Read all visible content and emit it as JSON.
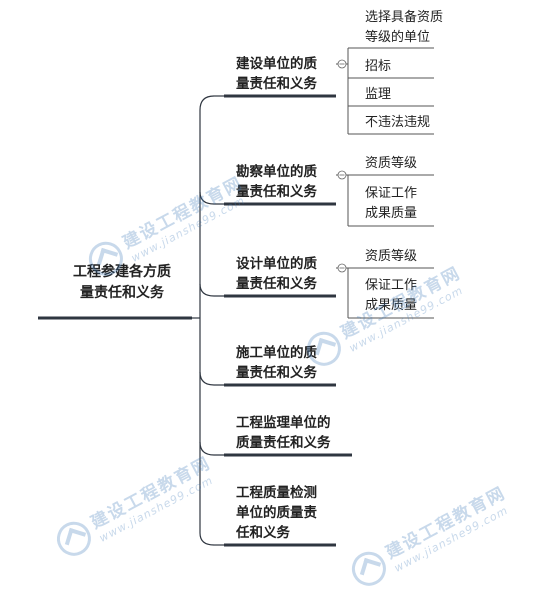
{
  "root": {
    "label": "工程参建各方质\n量责任和义务"
  },
  "branches": [
    {
      "label": "建设单位的质\n量责任和义务",
      "children": [
        "选择具备资质\n等级的单位",
        "招标",
        "监理",
        "不违法违规"
      ]
    },
    {
      "label": "勘察单位的质\n量责任和义务",
      "children": [
        "资质等级",
        "保证工作\n成果质量"
      ]
    },
    {
      "label": "设计单位的质\n量责任和义务",
      "children": [
        "资质等级",
        "保证工作\n成果质量"
      ]
    },
    {
      "label": "施工单位的质\n量责任和义务",
      "children": []
    },
    {
      "label": "工程监理单位的\n质量责任和义务",
      "children": []
    },
    {
      "label": "工程质量检测\n单位的质量责\n任和义务",
      "children": []
    }
  ],
  "watermarks": [
    {
      "text": "建设工程教育网",
      "url": "www.jianshe99.com"
    },
    {
      "text": "建设工程教育网",
      "url": "www.jianshe99.com"
    },
    {
      "text": "建设工程教育网",
      "url": "www.jianshe99.com"
    },
    {
      "text": "建设工程教育网",
      "url": "www.jianshe99.com"
    }
  ],
  "colors": {
    "line": "#2f3640",
    "node_underline": "#2f3640",
    "leaf_border": "#555555",
    "watermark": "#3d78b8"
  },
  "icons": {
    "collapse": "minus-circle-icon",
    "watermark_logo": "ring-chevron-logo"
  }
}
